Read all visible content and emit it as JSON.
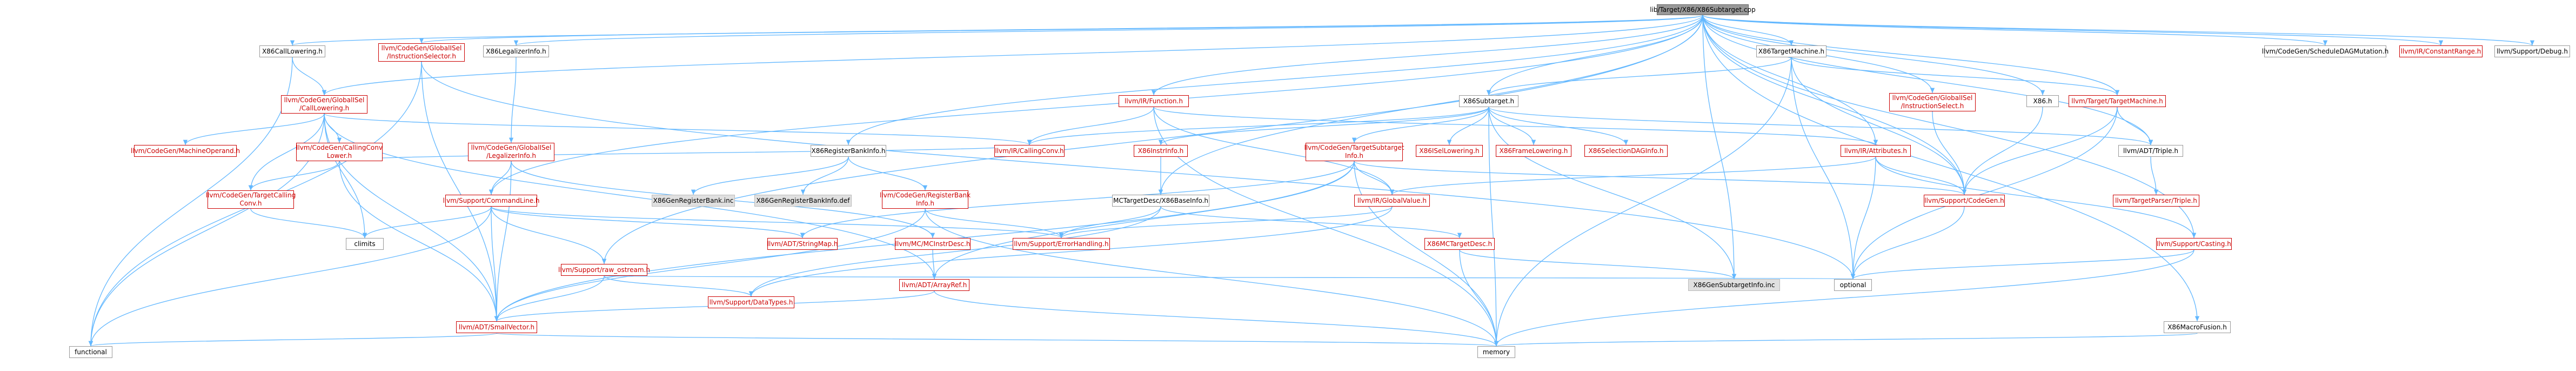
{
  "graph": {
    "root": "lib/Target/X86/X86Subtarget.cpp",
    "nodes": {
      "root": "lib/Target/X86/X86Subtarget.cpp",
      "x86calllowering": "X86CallLowering.h",
      "globalisel_instructionselector": "llvm/CodeGen/GlobalISel\n/InstructionSelector.h",
      "x86legalizerinfo": "X86LegalizerInfo.h",
      "globalisel_calllowering": "llvm/CodeGen/GlobalISel\n/CallLowering.h",
      "machineoperand": "llvm/CodeGen/MachineOperand.h",
      "callingconvlower": "llvm/CodeGen/CallingConv\nLower.h",
      "targetcallingconv": "llvm/CodeGen/TargetCalling\nConv.h",
      "globalisel_legalizerinfo": "llvm/CodeGen/GlobalISel\n/LegalizerInfo.h",
      "commandline": "llvm/Support/CommandLine.h",
      "climits": "climits",
      "raw_ostream": "llvm/Support/raw_ostream.h",
      "datatypes": "llvm/Support/DataTypes.h",
      "smallvector": "llvm/ADT/SmallVector.h",
      "functional": "functional",
      "memory": "memory",
      "function": "llvm/IR/Function.h",
      "x86registerbankinfo": "X86RegisterBankInfo.h",
      "x86genregisterbank_inc": "X86GenRegisterBank.inc",
      "x86genregisterbankinfo_def": "X86GenRegisterBankInfo.def",
      "registerbankinfo": "llvm/CodeGen/RegisterBank\nInfo.h",
      "stringmap": "llvm/ADT/StringMap.h",
      "mcinstrdesc": "llvm/MC/MCInstrDesc.h",
      "arrayref": "llvm/ADT/ArrayRef.h",
      "errorhandling": "llvm/Support/ErrorHandling.h",
      "callingconv": "llvm/IR/CallingConv.h",
      "x86subtarget_h": "X86Subtarget.h",
      "x86instrinfo": "X86InstrInfo.h",
      "x86baseinfo": "MCTargetDesc/X86BaseInfo.h",
      "targetsubtargetinfo": "llvm/CodeGen/TargetSubtarget\nInfo.h",
      "globalvalue": "llvm/IR/GlobalValue.h",
      "x86mctargetdesc": "X86MCTargetDesc.h",
      "x86genlowering": "X86ISelLowering.h",
      "x86framelowering": "X86FrameLowering.h",
      "x86selectiondaginfo": "X86SelectionDAGInfo.h",
      "x86gensubtargetinfo": "X86GenSubtargetInfo.inc",
      "x86targetmachine": "X86TargetMachine.h",
      "globalisel_instructionselect": "llvm/CodeGen/GlobalISel\n/InstructionSelect.h",
      "x86_h": "X86.h",
      "targetmachine": "llvm/Target/TargetMachine.h",
      "attributes": "llvm/IR/Attributes.h",
      "codegen": "llvm/Support/CodeGen.h",
      "triple": "llvm/ADT/Triple.h",
      "targetparser": "llvm/TargetParser/Triple.h",
      "casting": "llvm/Support/Casting.h",
      "optional": "optional",
      "scheduledagmutation": "llvm/CodeGen/ScheduleDAGMutation.h",
      "constantrange": "llvm/IR/ConstantRange.h",
      "debug": "llvm/Support/Debug.h",
      "x86macrofusion": "X86MacroFusion.h"
    }
  }
}
